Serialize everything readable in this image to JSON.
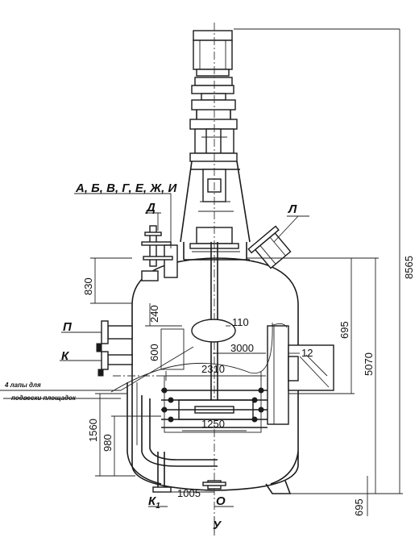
{
  "labels": {
    "nozzles_top": "А, Б, В, Г, Е, Ж, И",
    "d": "Д",
    "l": "Л",
    "p": "П",
    "k": "К",
    "k1": "К",
    "k1_sub": "1",
    "o": "О",
    "u": "У"
  },
  "note": {
    "line1": "4 лапы для",
    "line2": "подвески площадок"
  },
  "dimensions": {
    "d8565": "8565",
    "d830": "830",
    "d240": "240",
    "d110": "110",
    "d695_right": "695",
    "d3000": "3000",
    "d12": "12",
    "d600": "600",
    "d2310": "2310",
    "d5070": "5070",
    "d1250": "1250",
    "d1560": "1560",
    "d980": "980",
    "d1005": "1005",
    "d695_bottom": "695"
  }
}
